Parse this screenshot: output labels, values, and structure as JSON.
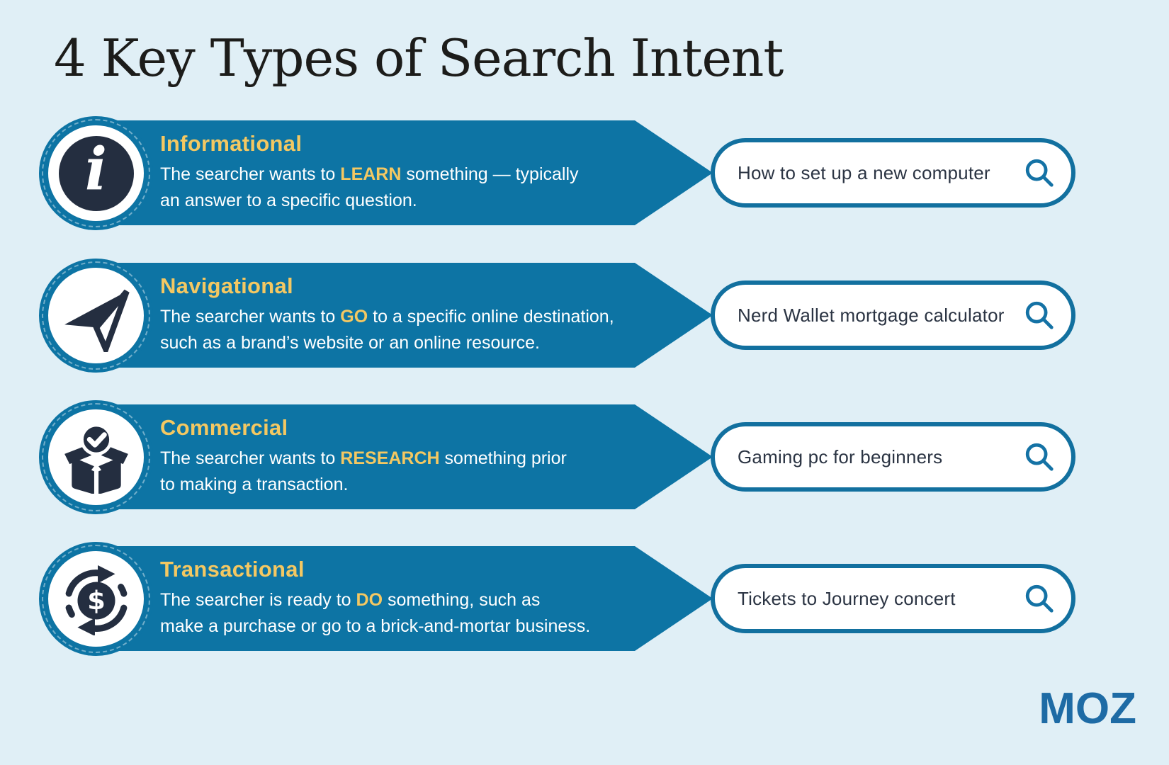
{
  "page": {
    "title": "4 Key Types of Search Intent"
  },
  "brand": {
    "logo_text": "MOZ"
  },
  "colors": {
    "background": "#e0eff6",
    "banner_blue": "#0d74a4",
    "accent_yellow": "#f4c862",
    "dark_navy": "#242e40",
    "pill_border_blue": "#12709f",
    "pill_text": "#2b3443",
    "logo_blue": "#1e6ba5"
  },
  "rows": [
    {
      "title": "Informational",
      "icon": "info-icon",
      "description": [
        {
          "t": "The searcher wants to "
        },
        {
          "t": "LEARN",
          "hl": true
        },
        {
          "t": " something — typically\nan answer to a specific question."
        }
      ],
      "search_query": "How to set up a new computer"
    },
    {
      "title": "Navigational",
      "icon": "navigation-arrow-icon",
      "description": [
        {
          "t": "The searcher wants to "
        },
        {
          "t": "GO",
          "hl": true
        },
        {
          "t": " to a specific online destination,\nsuch as a brand’s website or an online resource."
        }
      ],
      "search_query": "Nerd Wallet mortgage calculator"
    },
    {
      "title": "Commercial",
      "icon": "box-check-icon",
      "description": [
        {
          "t": "The searcher wants to "
        },
        {
          "t": "RESEARCH",
          "hl": true
        },
        {
          "t": " something prior\nto making a transaction."
        }
      ],
      "search_query": "Gaming pc for beginners"
    },
    {
      "title": "Transactional",
      "icon": "money-cycle-icon",
      "description": [
        {
          "t": "The searcher is ready to "
        },
        {
          "t": "DO",
          "hl": true
        },
        {
          "t": " something, such as\nmake a purchase or go to a brick-and-mortar business."
        }
      ],
      "search_query": "Tickets to Journey concert"
    }
  ]
}
